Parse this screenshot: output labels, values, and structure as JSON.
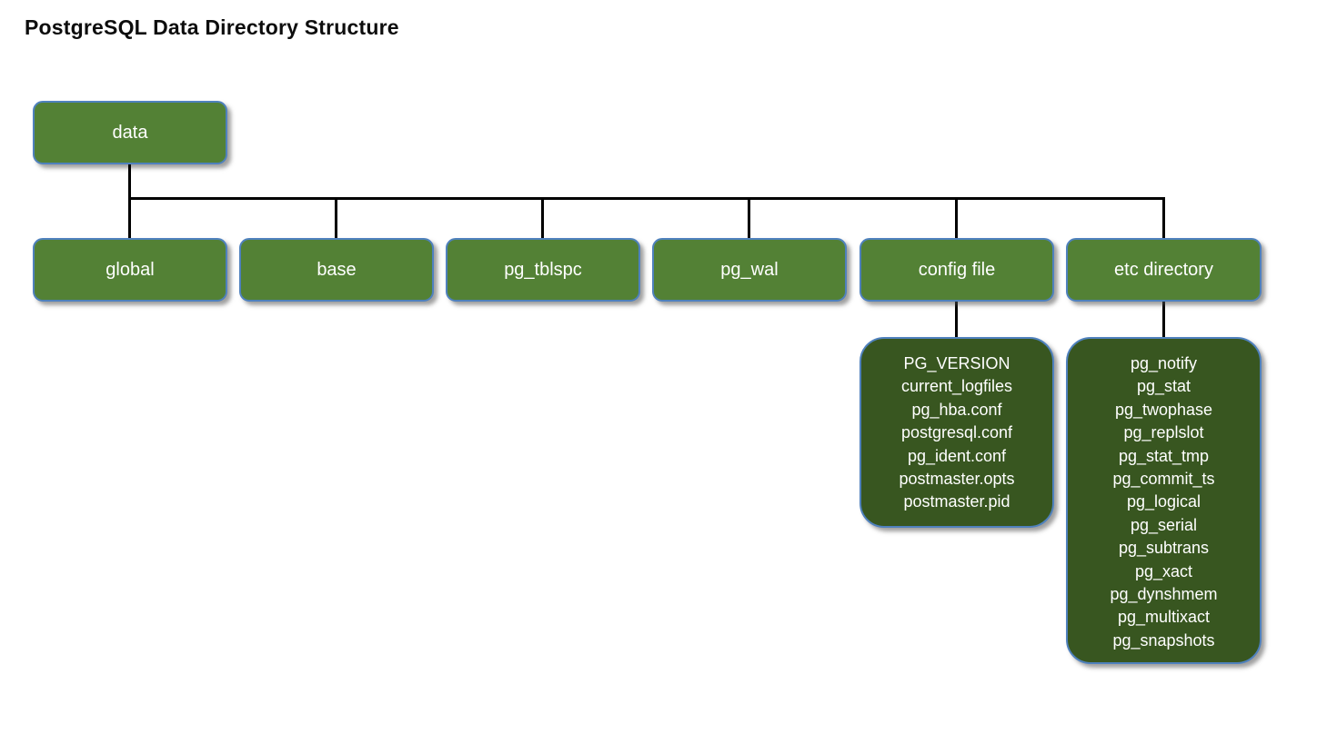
{
  "title": "PostgreSQL Data Directory Structure",
  "colors": {
    "node-fill": "#538135",
    "list-fill": "#385620",
    "node-border": "#4f81bd",
    "node-text": "#ffffff",
    "connector": "#000000",
    "title-color": "#0d0d0d"
  },
  "tree": {
    "root": {
      "label": "data"
    },
    "children": [
      {
        "label": "global"
      },
      {
        "label": "base"
      },
      {
        "label": "pg_tblspc"
      },
      {
        "label": "pg_wal"
      },
      {
        "label": "config file"
      },
      {
        "label": "etc directory"
      }
    ],
    "config_files": [
      "PG_VERSION",
      "current_logfiles",
      "pg_hba.conf",
      "postgresql.conf",
      "pg_ident.conf",
      "postmaster.opts",
      "postmaster.pid"
    ],
    "etc_entries": [
      "pg_notify",
      "pg_stat",
      "pg_twophase",
      "pg_replslot",
      "pg_stat_tmp",
      "pg_commit_ts",
      "pg_logical",
      "pg_serial",
      "pg_subtrans",
      "pg_xact",
      "pg_dynshmem",
      "pg_multixact",
      "pg_snapshots"
    ]
  }
}
